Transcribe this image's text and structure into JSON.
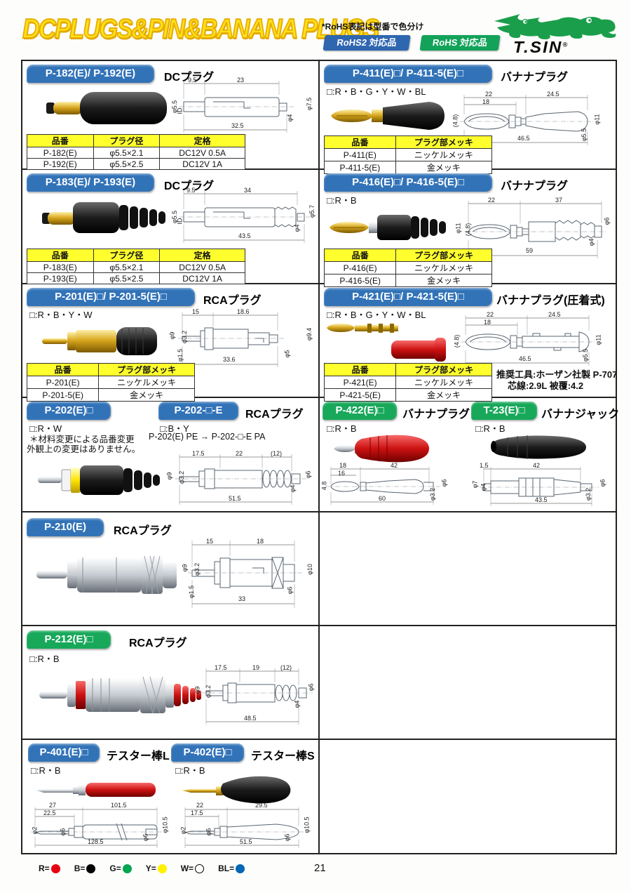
{
  "header": {
    "title": "DCPLUGS&PIN&BANANA PLUGS",
    "rohs_note": "*RoHS表記は型番で色分け",
    "rohs2_badge": "RoHS2 対応品",
    "rohs_badge": "RoHS 対応品",
    "logo_text": "T.SIN",
    "logo_reg": "®"
  },
  "colors": {
    "badge_blue": "#3273b8",
    "badge_green": "#17a85a",
    "rohs2_blue": "#2e66b0",
    "rohs_green": "#12a25a",
    "table_header_yellow": "#ffff2e",
    "title_yellow": "#ffe11a",
    "logo_green": "#1b9e4b"
  },
  "cells": {
    "p182": {
      "badge": "P-182(E)/ P-192(E)",
      "type": "DCプラグ",
      "dims": [
        "9.5",
        "23",
        "φ5.5",
        "ID",
        "φ7.5",
        "32.5",
        "φ4"
      ],
      "table": {
        "headers": [
          "品番",
          "プラグ径",
          "定格"
        ],
        "rows": [
          [
            "P-182(E)",
            "φ5.5×2.1",
            "DC12V 0.5A"
          ],
          [
            "P-192(E)",
            "φ5.5×2.5",
            "DC12V 1A"
          ]
        ]
      }
    },
    "p411": {
      "badge": "P-411(E)□/ P-411-5(E)□",
      "type": "バナナプラグ",
      "color_note": "□:R・B・G・Y・W・BL",
      "dims": [
        "22",
        "18",
        "24.5",
        "(4.8)",
        "φ11",
        "46.5",
        "φ5.5"
      ],
      "table": {
        "headers": [
          "品番",
          "プラグ部メッキ"
        ],
        "rows": [
          [
            "P-411(E)",
            "ニッケルメッキ"
          ],
          [
            "P-411-5(E)",
            "金メッキ"
          ]
        ]
      }
    },
    "p183": {
      "badge": "P-183(E)/ P-193(E)",
      "type": "DCプラグ",
      "dims": [
        "9.5",
        "34",
        "φ5.5",
        "ID",
        "φ5.7",
        "43.5",
        "φ4"
      ],
      "table": {
        "headers": [
          "品番",
          "プラグ径",
          "定格"
        ],
        "rows": [
          [
            "P-183(E)",
            "φ5.5×2.1",
            "DC12V 0.5A"
          ],
          [
            "P-193(E)",
            "φ5.5×2.5",
            "DC12V 1A"
          ]
        ]
      }
    },
    "p416": {
      "badge": "P-416(E)□/ P-416-5(E)□",
      "type": "バナナプラグ",
      "color_note": "□:R・B",
      "dims": [
        "22",
        "37",
        "φ11",
        "(4.8)",
        "φ6",
        "59",
        "φ4"
      ],
      "table": {
        "headers": [
          "品番",
          "プラグ部メッキ"
        ],
        "rows": [
          [
            "P-416(E)",
            "ニッケルメッキ"
          ],
          [
            "P-416-5(E)",
            "金メッキ"
          ]
        ]
      }
    },
    "p201": {
      "badge": "P-201(E)□/ P-201-5(E)□",
      "type": "RCAプラグ",
      "color_note": "□:R・B・Y・W",
      "dims": [
        "15",
        "18.6",
        "φ9",
        "φ3.2",
        "φ9.4",
        "φ1.5",
        "33.6",
        "φ5"
      ],
      "table": {
        "headers": [
          "品番",
          "プラグ部メッキ"
        ],
        "rows": [
          [
            "P-201(E)",
            "ニッケルメッキ"
          ],
          [
            "P-201-5(E)",
            "金メッキ"
          ]
        ]
      }
    },
    "p421": {
      "badge": "P-421(E)□/ P-421-5(E)□",
      "type": "バナナプラグ(圧着式)",
      "color_note": "□:R・B・G・Y・W・BL",
      "dims": [
        "22",
        "18",
        "24.5",
        "(4.8)",
        "φ11",
        "46.5",
        "φ5.5"
      ],
      "table": {
        "headers": [
          "品番",
          "プラグ部メッキ"
        ],
        "rows": [
          [
            "P-421(E)",
            "ニッケルメッキ"
          ],
          [
            "P-421-5(E)",
            "金メッキ"
          ]
        ]
      },
      "tool_note_1": "推奨工具:ホーザン社製 P-707",
      "tool_note_2": "芯線:2.9L  被覆:4.2"
    },
    "p202": {
      "badge_1": "P-202(E)□",
      "badge_2": "P-202-□-E",
      "type": "RCAプラグ",
      "color_note_1": "□:R・W",
      "material_note_1": "＊材料変更による品番変更",
      "material_note_2": "外観上の変更はありません。",
      "color_note_2": "□:B・Y",
      "change_note": "P-202(E)  PE → P-202-□-E  PA",
      "dims": [
        "17.5",
        "22",
        "(12)",
        "φ9",
        "φ3.2",
        "φ6",
        "φ4",
        "51.5"
      ]
    },
    "p422": {
      "badge": "P-422(E)□",
      "type": "バナナプラグ",
      "color_note": "□:R・B",
      "dims": [
        "18",
        "16",
        "42",
        "4.8",
        "φ6",
        "φ3.2",
        "60"
      ]
    },
    "t23": {
      "badge": "T-23(E)□",
      "type": "バナナジャック",
      "color_note": "□:R・B",
      "dims": [
        "1.5",
        "42",
        "φ7",
        "φ4",
        "φ6",
        "φ3.2",
        "43.5"
      ]
    },
    "p210": {
      "badge": "P-210(E)",
      "type": "RCAプラグ",
      "dims": [
        "15",
        "18",
        "φ9",
        "φ3.2",
        "φ10",
        "φ1.5",
        "33",
        "φ6"
      ]
    },
    "p212": {
      "badge": "P-212(E)□",
      "type": "RCAプラグ",
      "color_note": "□:R・B",
      "dims": [
        "17.5",
        "19",
        "(12)",
        "φ9",
        "φ3.2",
        "φ6",
        "φ4",
        "48.5"
      ]
    },
    "p401": {
      "badge": "P-401(E)□",
      "type": "テスター棒L",
      "color_note": "□:R・B",
      "dims": [
        "27",
        "22.5",
        "101.5",
        "φ2",
        "φ6",
        "φ10.5",
        "φ6",
        "128.5"
      ]
    },
    "p402": {
      "badge": "P-402(E)□",
      "type": "テスター棒S",
      "color_note": "□:R・B",
      "dims": [
        "22",
        "17.5",
        "29.5",
        "φ2",
        "φ6",
        "φ10.5",
        "φ6",
        "51.5"
      ]
    }
  },
  "footer": {
    "legend": [
      {
        "label": "R=",
        "color": "#e60012"
      },
      {
        "label": "B=",
        "color": "#000000"
      },
      {
        "label": "G=",
        "color": "#00a651"
      },
      {
        "label": "Y=",
        "color": "#fff100"
      },
      {
        "label": "W=",
        "color": "#ffffff"
      },
      {
        "label": "BL=",
        "color": "#0068b7"
      }
    ],
    "page_number": "21"
  }
}
